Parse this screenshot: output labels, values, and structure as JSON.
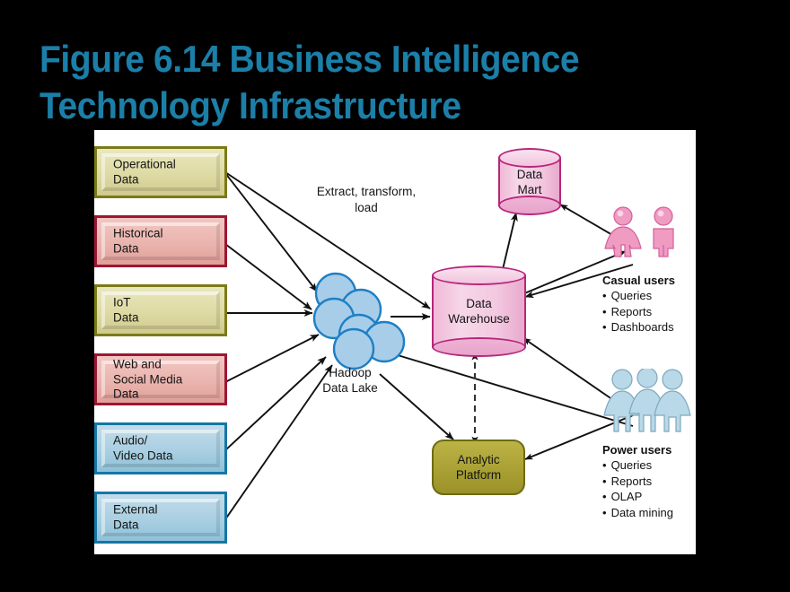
{
  "title": {
    "line1": "Figure 6.14 Business Intelligence",
    "line2": "Technology Infrastructure",
    "color": "#1b7fa8"
  },
  "sources": [
    {
      "label": "Operational\nData",
      "style": "olive",
      "name": "operational-data"
    },
    {
      "label": "Historical\nData",
      "style": "rose",
      "name": "historical-data"
    },
    {
      "label": "IoT\nData",
      "style": "olive",
      "name": "iot-data"
    },
    {
      "label": "Web and\nSocial Media\nData",
      "style": "rose",
      "name": "web-social-media-data"
    },
    {
      "label": "Audio/\nVideo Data",
      "style": "blue",
      "name": "audio-video-data"
    },
    {
      "label": "External\nData",
      "style": "blue",
      "name": "external-data"
    }
  ],
  "etl_label": "Extract, transform,\nload",
  "hadoop": {
    "label": "Hadoop\nData Lake",
    "circle_color": "#a8cde9",
    "circle_border": "#1e7fc4"
  },
  "data_mart": {
    "label": "Data\nMart"
  },
  "data_warehouse": {
    "label": "Data\nWarehouse"
  },
  "analytic_platform": {
    "label": "Analytic\nPlatform"
  },
  "casual_users": {
    "title": "Casual users",
    "items": [
      "Queries",
      "Reports",
      "Dashboards"
    ],
    "figure_color": "#ef9bc2"
  },
  "power_users": {
    "title": "Power users",
    "items": [
      "Queries",
      "Reports",
      "OLAP",
      "Data mining"
    ],
    "figure_color": "#b9d8e8"
  },
  "colors": {
    "cylinder_fill": "#f3c8e0",
    "cylinder_border": "#b6267c",
    "analytic_fill": "#a89f33",
    "arrow": "#111111",
    "panel_bg": "#ffffff",
    "page_bg": "#000000"
  }
}
